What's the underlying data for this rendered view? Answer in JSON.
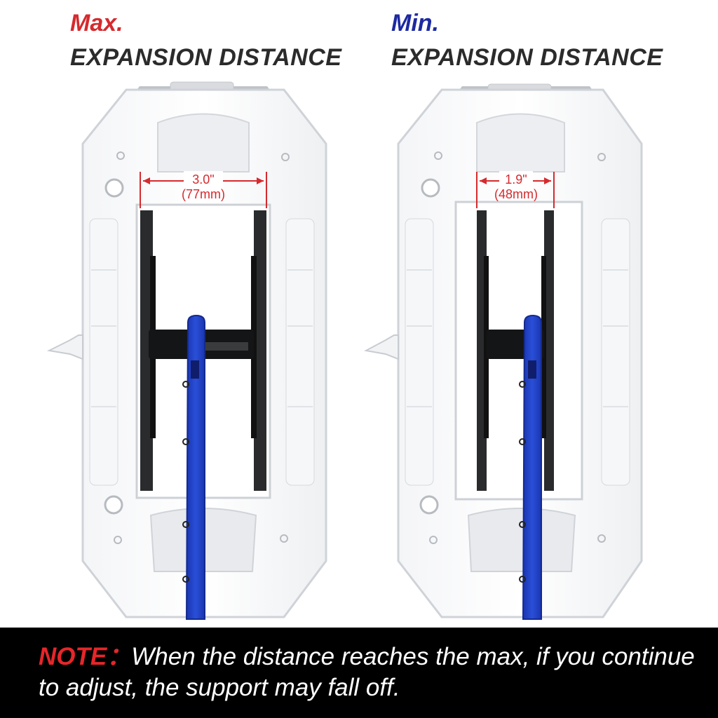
{
  "left_panel": {
    "tag": "Max.",
    "title": "EXPANSION DISTANCE",
    "dim_inch": "3.0\"",
    "dim_mm": "(77mm)"
  },
  "right_panel": {
    "tag": "Min.",
    "title": "EXPANSION DISTANCE",
    "dim_inch": "1.9\"",
    "dim_mm": "(48mm)"
  },
  "note": {
    "label": "NOTE：",
    "text": "When the distance reaches the max, if you continue to adjust, the support may fall off."
  },
  "colors": {
    "accent_red": "#d52a2e",
    "accent_blue": "#1d2aa0",
    "tool_blue": "#1f3fc4",
    "note_bg": "#000000"
  }
}
